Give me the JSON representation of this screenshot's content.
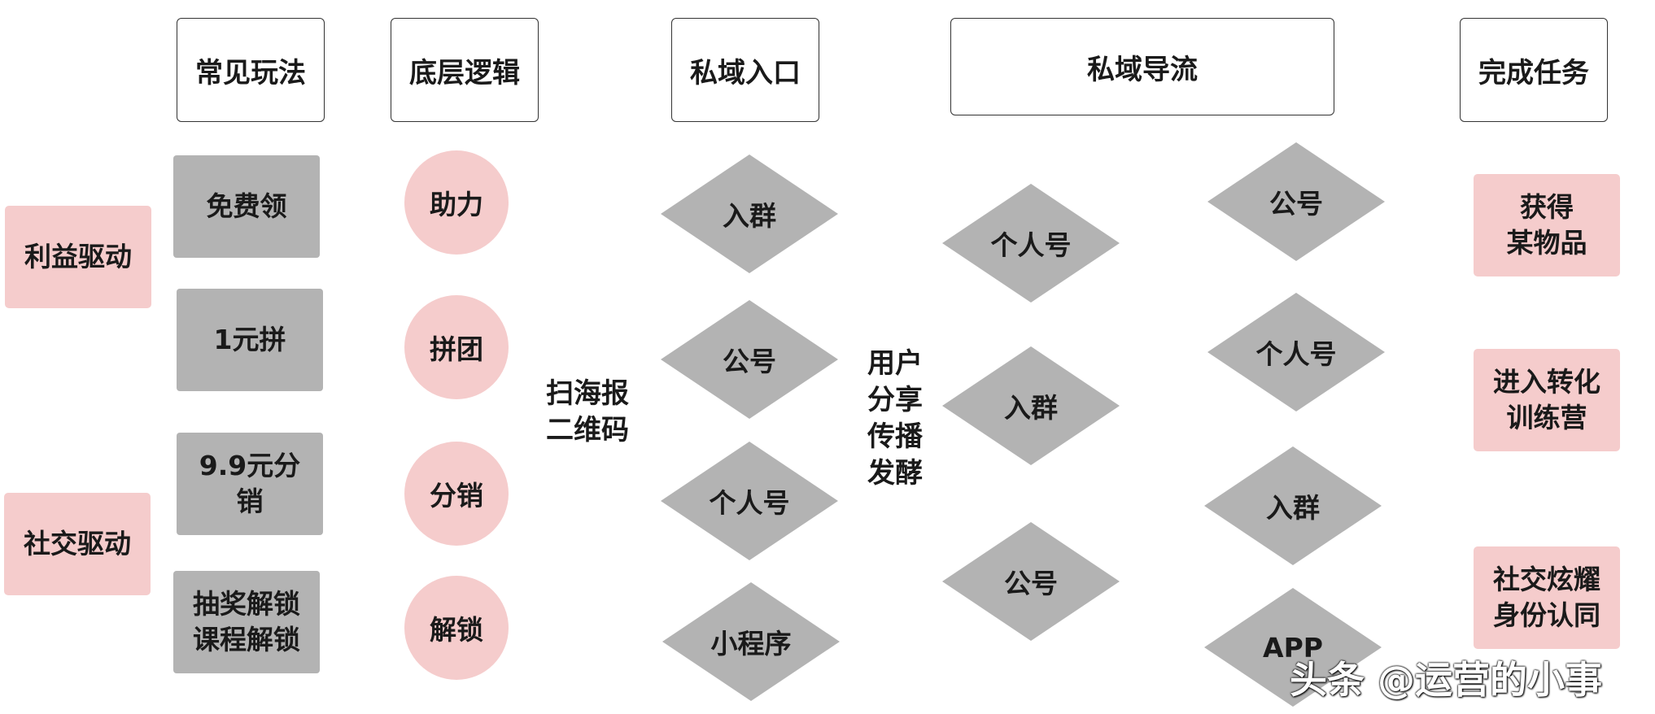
{
  "headers": {
    "common_plays": "常见玩法",
    "underlying_logic": "底层逻辑",
    "private_entry": "私域入口",
    "private_diversion": "私域导流",
    "complete_task": "完成任务"
  },
  "drivers": [
    "利益驱动",
    "社交驱动"
  ],
  "plays": [
    "免费领",
    "1元拼",
    "9.9元分销",
    "抽奖解锁\n课程解锁"
  ],
  "logic": [
    "助力",
    "拼团",
    "分销",
    "解锁"
  ],
  "scan_label": "扫海报\n二维码",
  "entries": [
    "入群",
    "公号",
    "个人号",
    "小程序"
  ],
  "share_label": "用户\n分享\n传播\n发酵",
  "diversion_left": [
    "个人号",
    "入群",
    "公号"
  ],
  "diversion_right": [
    "公号",
    "个人号",
    "入群",
    "APP"
  ],
  "tasks": [
    "获得\n某物品",
    "进入转化\n训练营",
    "社交炫耀\n身份认同"
  ],
  "watermark": "头条 @运营的小事"
}
